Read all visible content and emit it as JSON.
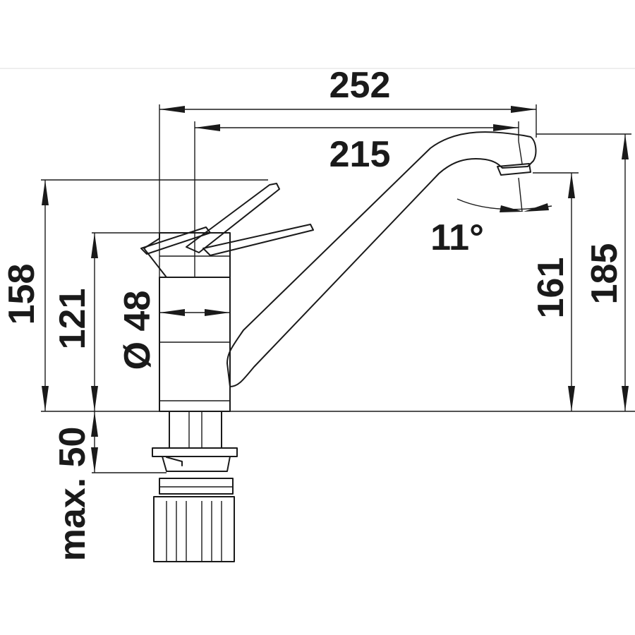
{
  "dimensions": {
    "overall_length": "252",
    "spout_reach": "215",
    "angle": "11°",
    "height_spout_outlet": "161",
    "height_overall_right": "185",
    "height_lever": "158",
    "height_body": "121",
    "diameter": "Ø 48",
    "max_mounting_thickness": "max. 50"
  }
}
